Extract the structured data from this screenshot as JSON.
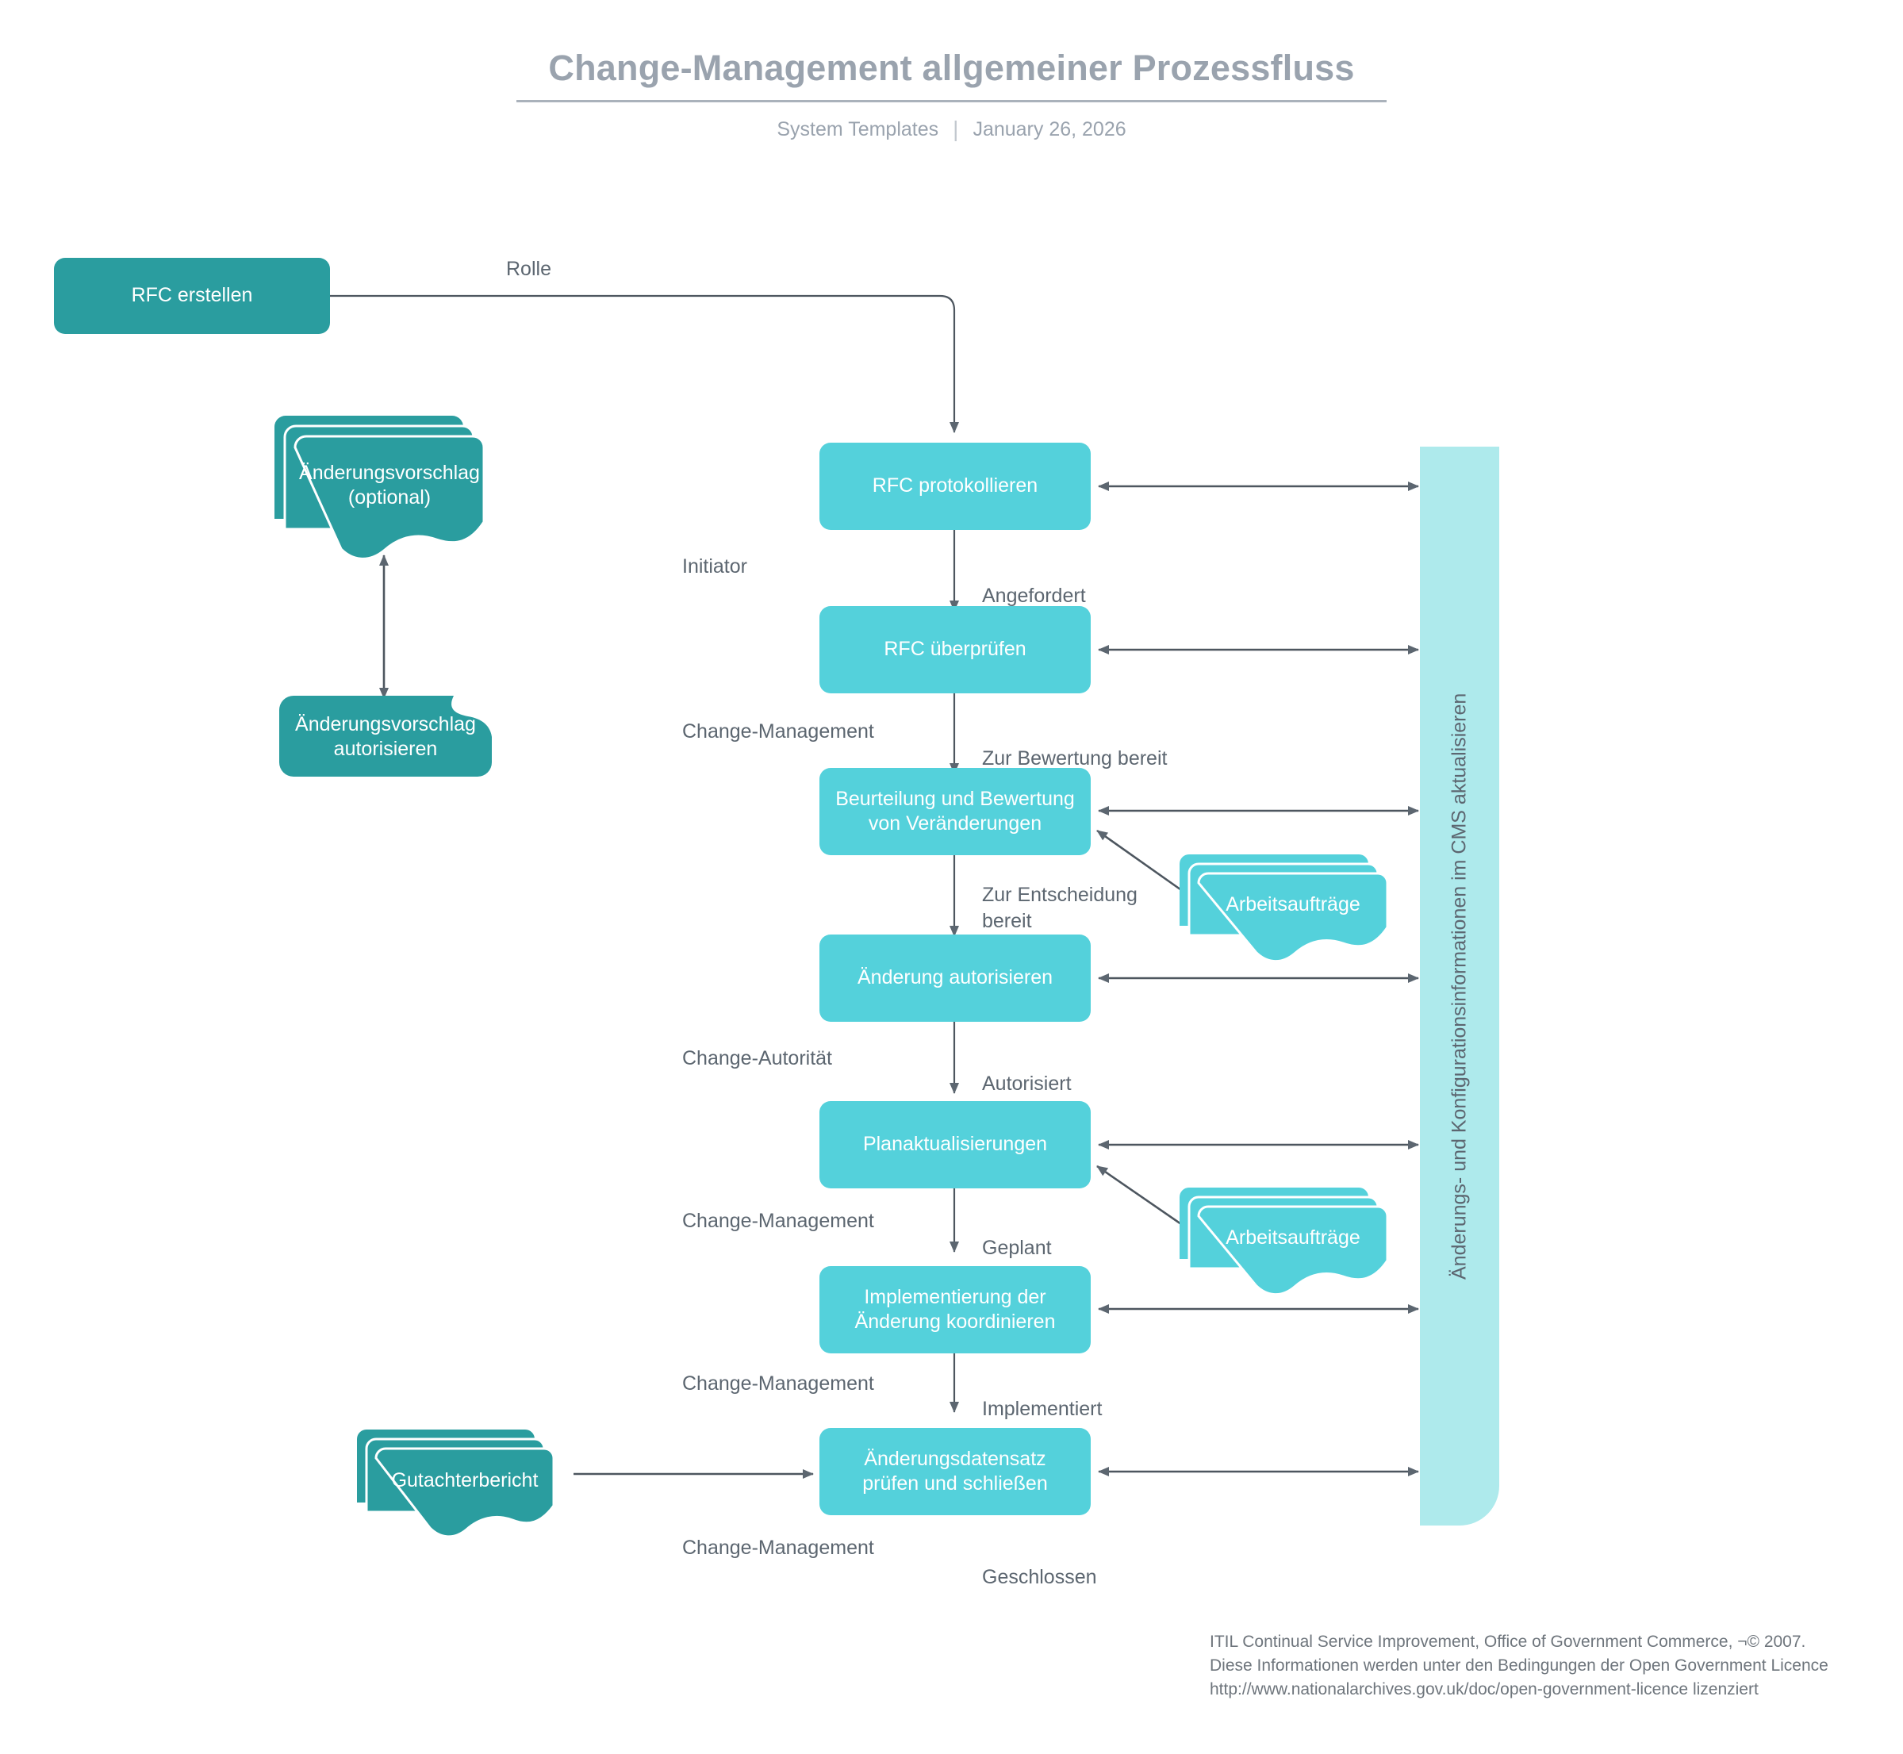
{
  "header": {
    "title": "Change-Management allgemeiner Prozessfluss",
    "source": "System Templates",
    "separator": "|",
    "date": "January 26, 2026"
  },
  "colors": {
    "accent_dark": "#2a9d9f",
    "accent_light": "#54d1db",
    "accent_pale": "#aeeaec",
    "text_grey": "#5c6670",
    "title_grey": "#9aa3ae"
  },
  "nodes": {
    "rfc_erstellen": "RFC erstellen",
    "aenderungsvorschlag_optional": "Änderungsvorschlag\n(optional)",
    "aenderungsvorschlag_autorisieren": "Änderungsvorschlag\nautorisieren",
    "rfc_protokollieren": "RFC protokollieren",
    "rfc_ueberpruefen": "RFC überprüfen",
    "beurteilung_bewertung": "Beurteilung und Bewertung\nvon Veränderungen",
    "arbeitsauftraege_1": "Arbeitsaufträge",
    "aenderung_autorisieren": "Änderung autorisieren",
    "planaktualisierungen": "Planaktualisierungen",
    "arbeitsauftraege_2": "Arbeitsaufträge",
    "implementierung_koordinieren": "Implementierung der\nÄnderung koordinieren",
    "gutachterbericht": "Gutachterbericht",
    "aenderungsdatensatz": "Änderungsdatensatz\nprüfen und schließen",
    "cms_band": "Änderungs- und Konfigurationsinformationen im CMS aktualisieren"
  },
  "edge_labels": {
    "rolle": "Rolle",
    "angefordert": "Angefordert",
    "zur_bewertung_bereit": "Zur Bewertung bereit",
    "zur_entscheidung_bereit": "Zur Entscheidung\nbereit",
    "autorisiert": "Autorisiert",
    "geplant": "Geplant",
    "implementiert": "Implementiert",
    "geschlossen": "Geschlossen"
  },
  "role_labels": {
    "initiator": "Initiator",
    "change_management_1": "Change-Management",
    "change_autoritaet": "Change-Autorität",
    "change_management_2": "Change-Management",
    "change_management_3": "Change-Management",
    "change_management_4": "Change-Management"
  },
  "footer": {
    "attribution": "ITIL Continual Service Improvement, Office of Government Commerce, ¬© 2007. Diese Informationen werden unter den Bedingungen der Open Government Licence http://www.nationalarchives.gov.uk/doc/open-government-licence lizenziert"
  }
}
